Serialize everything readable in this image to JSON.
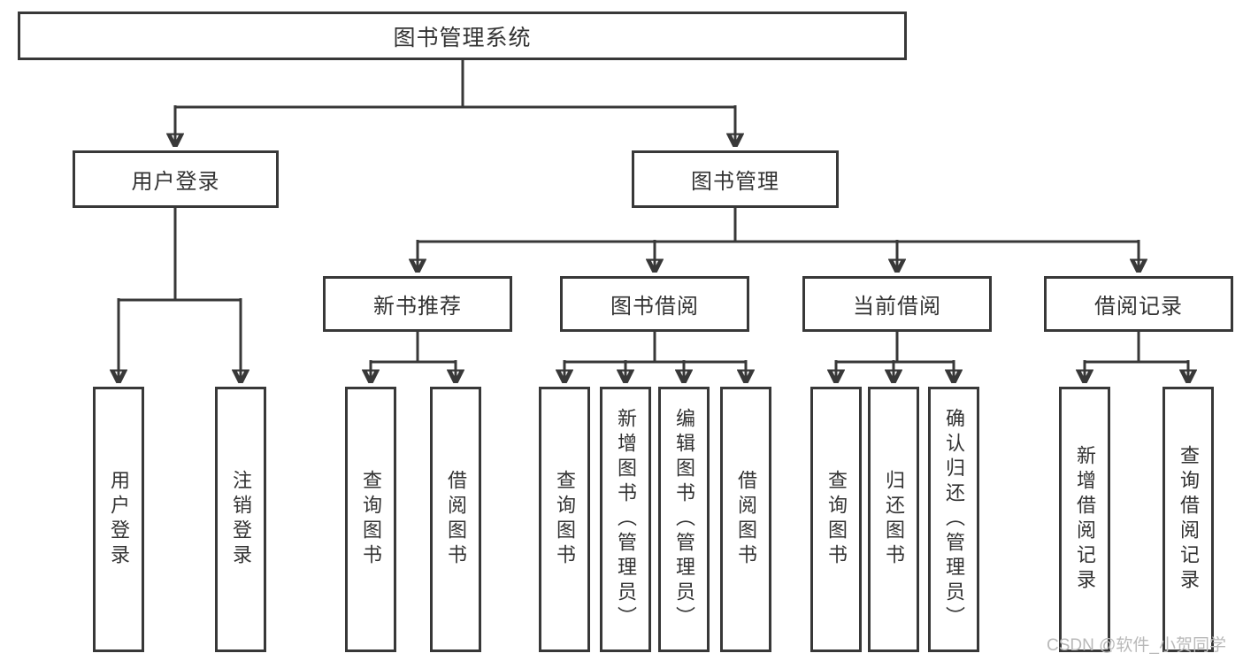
{
  "tree": {
    "label": "图书管理系统",
    "children": [
      {
        "label": "用户登录",
        "children": [
          {
            "label": "用户登录"
          },
          {
            "label": "注销登录"
          }
        ]
      },
      {
        "label": "图书管理",
        "children": [
          {
            "label": "新书推荐",
            "children": [
              {
                "label": "查询图书"
              },
              {
                "label": "借阅图书"
              }
            ]
          },
          {
            "label": "图书借阅",
            "children": [
              {
                "label": "查询图书"
              },
              {
                "label": "新增图书（管理员）"
              },
              {
                "label": "编辑图书（管理员）"
              },
              {
                "label": "借阅图书"
              }
            ]
          },
          {
            "label": "当前借阅",
            "children": [
              {
                "label": "查询图书"
              },
              {
                "label": "归还图书"
              },
              {
                "label": "确认归还（管理员）"
              }
            ]
          },
          {
            "label": "借阅记录",
            "children": [
              {
                "label": "新增借阅记录"
              },
              {
                "label": "查询借阅记录"
              }
            ]
          }
        ]
      }
    ]
  },
  "watermark": {
    "text": "CSDN @软件_小贺同学"
  },
  "colors": {
    "line": "#383838",
    "text": "#333333",
    "watermark": "#b9b9b9",
    "background": "#ffffff"
  }
}
